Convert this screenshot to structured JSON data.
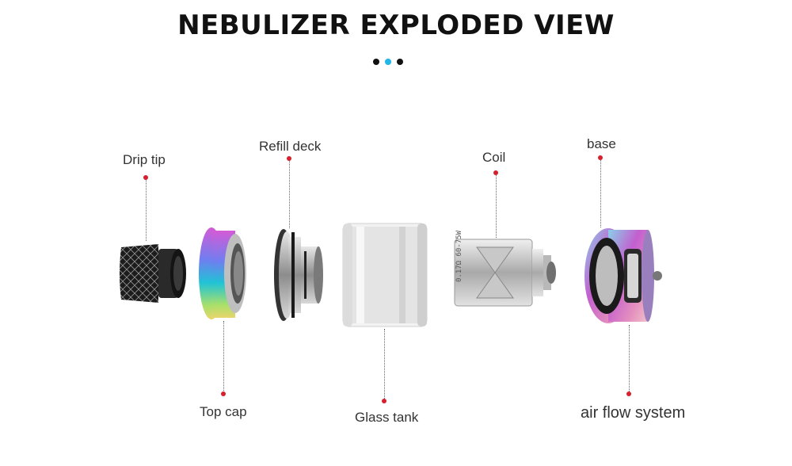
{
  "title": "NEBULIZER EXPLODED VIEW",
  "pager": {
    "dots": [
      {
        "color": "#111111"
      },
      {
        "color": "#1fb6e8"
      },
      {
        "color": "#111111"
      }
    ]
  },
  "colors": {
    "marker": "#d6202e",
    "line": "#666666"
  },
  "labels": {
    "drip_tip": "Drip tip",
    "refill_deck": "Refill deck",
    "coil": "Coil",
    "base": "base",
    "top_cap": "Top cap",
    "glass_tank": "Glass tank",
    "air_flow": "air flow system"
  },
  "coil_engraving": "0.17Ω 60-75W",
  "icons": {
    "drip_tip": "drip-tip-icon",
    "top_cap": "top-cap-icon",
    "refill_deck": "refill-deck-icon",
    "glass_tank": "glass-tank-icon",
    "coil": "coil-icon",
    "base": "base-icon"
  }
}
